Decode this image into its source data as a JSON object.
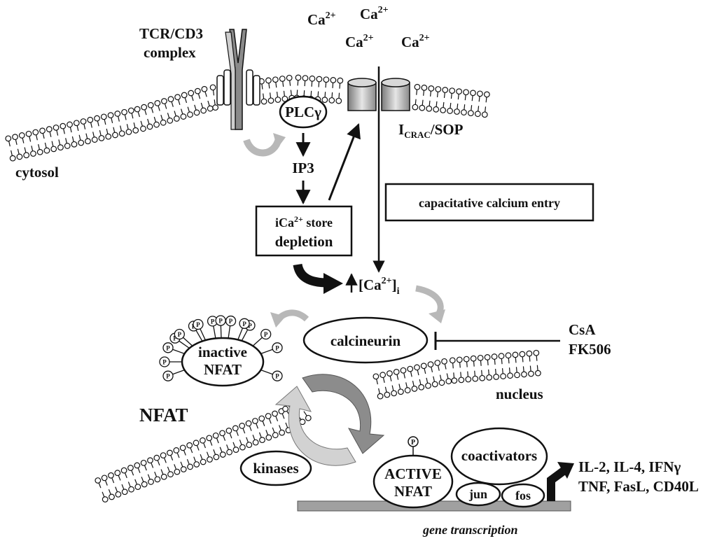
{
  "labels": {
    "tcr_line1": "TCR/CD3",
    "tcr_line2": "complex",
    "ca_ion": "Ca",
    "ca_charge": "2+",
    "plc": "PLCγ",
    "ip3": "IP3",
    "store_line1_a": "iCa",
    "store_line1_b": "2+",
    "store_line1_c": " store",
    "store_line2": "depletion",
    "icrac_i": "I",
    "icrac_sub": "CRAC",
    "icrac_rest": "/SOP",
    "cytosol": "cytosol",
    "cce": "capacitative calcium entry",
    "cai_open": "[Ca",
    "cai_charge": "2+",
    "cai_close": "]",
    "cai_sub": "i",
    "calcineurin": "calcineurin",
    "csa": "CsA",
    "fk506": "FK506",
    "inactive_line1": "inactive",
    "inactive_line2": "NFAT",
    "phospho": "P",
    "nucleus": "nucleus",
    "nfat": "NFAT",
    "kinases": "kinases",
    "active_line1": "ACTIVE",
    "active_line2": "NFAT",
    "coactivators": "coactivators",
    "jun": "jun",
    "fos": "fos",
    "genes_line1": "IL-2, IL-4, IFNγ",
    "genes_line2": "TNF, FasL, CD40L",
    "gene_transcription": "gene transcription"
  },
  "colors": {
    "ink": "#111111",
    "gray_arrow": "#b8b8b8",
    "dark_gray_arrow": "#8c8c8c",
    "receptor_gray": "#7a7a7a",
    "dna_bar": "#a0a0a0"
  }
}
